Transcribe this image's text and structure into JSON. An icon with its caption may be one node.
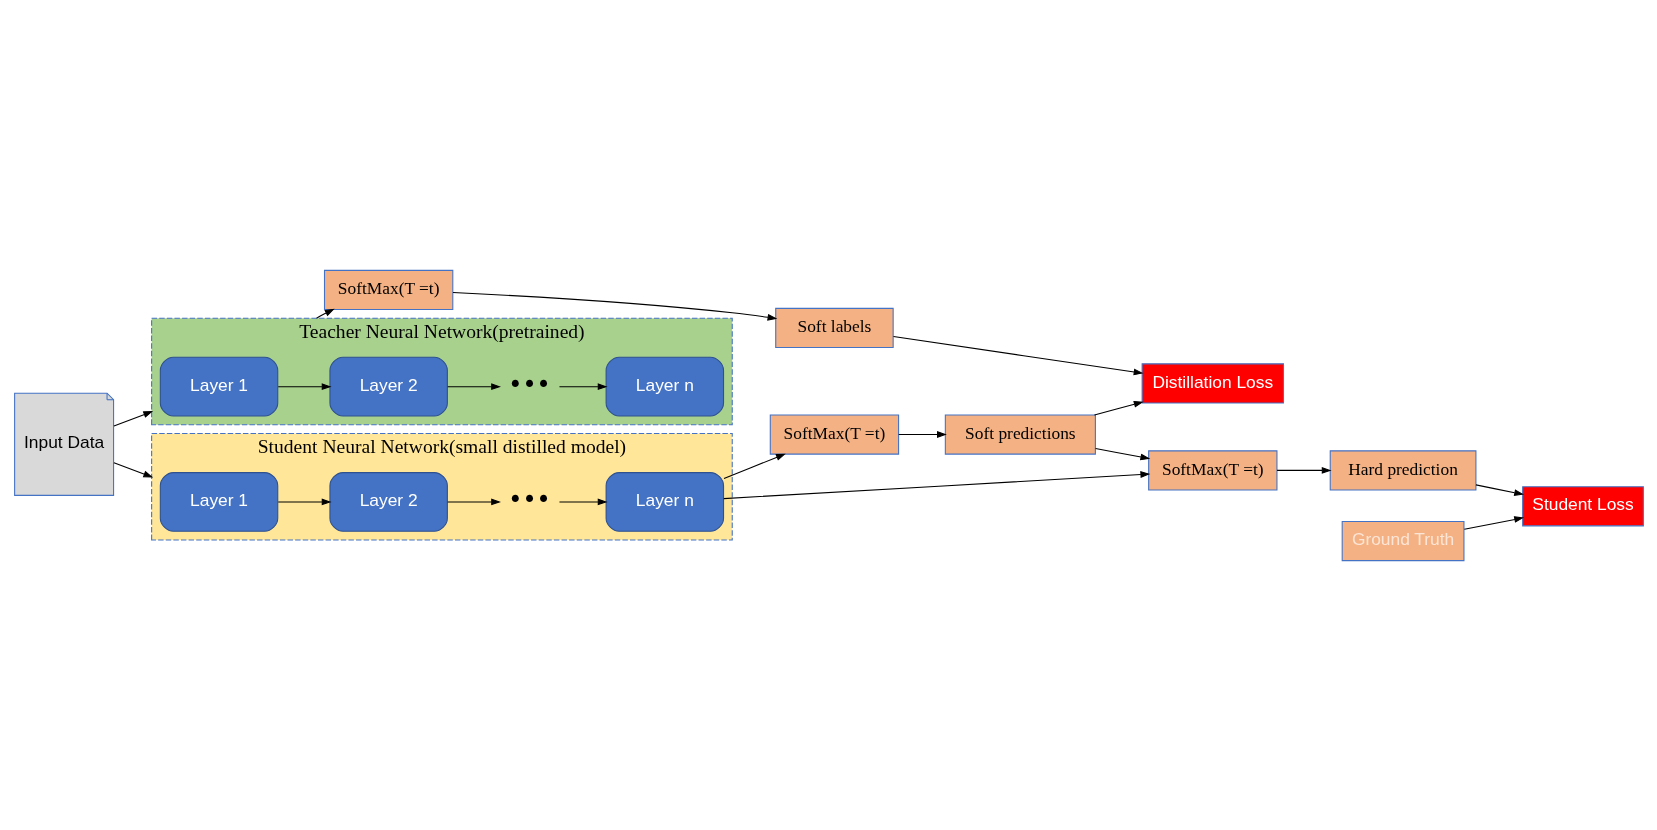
{
  "diagram": {
    "nodes": [
      {
        "text": [
          "Input Data"
        ]
      },
      {
        "text": [
          "Teacher Neural Network(pretrained)"
        ]
      },
      {
        "text": [
          "Layer 1"
        ],
        "in": 1
      },
      {
        "text": [
          "Layer 2"
        ],
        "in": 1
      },
      {
        "text": [
          "•••"
        ],
        "in": 1
      },
      {
        "text": [
          "Layer n"
        ],
        "in": 1
      },
      {
        "text": [
          "Student Neural Network(small distilled model)"
        ]
      },
      {
        "text": [
          "Layer 1"
        ],
        "in": 6
      },
      {
        "text": [
          "Layer 2"
        ],
        "in": 6
      },
      {
        "text": [
          "•••"
        ],
        "in": 6
      },
      {
        "text": [
          "Layer n"
        ],
        "in": 6
      },
      {
        "text": [
          "SoftMax(T =t)"
        ]
      },
      {
        "text": [
          "Soft labels"
        ]
      },
      {
        "text": [
          "Distillation Loss"
        ]
      },
      {
        "text": [
          "SoftMax(T =t)"
        ]
      },
      {
        "text": [
          "Soft predictions"
        ]
      },
      {
        "text": [
          "SoftMax(T =t)"
        ]
      },
      {
        "text": [
          "Hard prediction"
        ]
      },
      {
        "text": [
          "Student Loss"
        ]
      },
      {
        "text": [
          "Ground Truth"
        ]
      }
    ],
    "edges": [
      {
        "from": 0,
        "to": 1,
        "arrow": "to"
      },
      {
        "from": 0,
        "to": 6,
        "arrow": "to"
      },
      {
        "from": 2,
        "to": 3,
        "arrow": "to"
      },
      {
        "from": 3,
        "to": 4,
        "arrow": "to"
      },
      {
        "from": 4,
        "to": 5,
        "arrow": "to"
      },
      {
        "from": 1,
        "to": 11,
        "arrow": "to"
      },
      {
        "from": 11,
        "to": 12,
        "arrow": "to"
      },
      {
        "from": 12,
        "to": 13,
        "arrow": "to"
      },
      {
        "from": 7,
        "to": 8,
        "arrow": "to"
      },
      {
        "from": 8,
        "to": 9,
        "arrow": "to"
      },
      {
        "from": 9,
        "to": 10,
        "arrow": "to"
      },
      {
        "from": 10,
        "to": 14,
        "arrow": "to"
      },
      {
        "from": 10,
        "to": 16,
        "arrow": "to"
      },
      {
        "from": 14,
        "to": 15,
        "arrow": "to"
      },
      {
        "from": 15,
        "to": 13,
        "arrow": "to"
      },
      {
        "from": 15,
        "to": 16,
        "arrow": "to"
      },
      {
        "from": 16,
        "to": 17,
        "arrow": "to"
      },
      {
        "from": 17,
        "to": 18,
        "arrow": "to"
      },
      {
        "from": 19,
        "to": 18,
        "arrow": "to"
      }
    ]
  }
}
